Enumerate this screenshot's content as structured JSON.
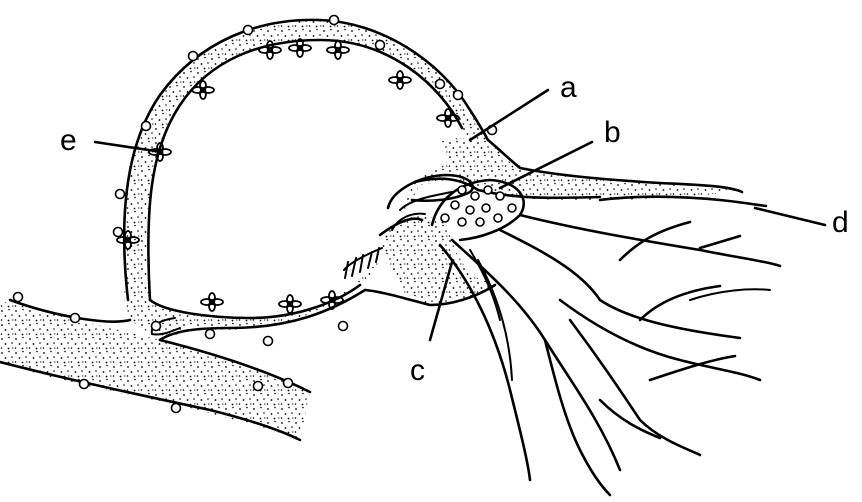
{
  "labels": {
    "a": "a",
    "b": "b",
    "c": "c",
    "d": "d",
    "e": "e"
  },
  "colors": {
    "ink": "#000000",
    "background": "#ffffff"
  }
}
